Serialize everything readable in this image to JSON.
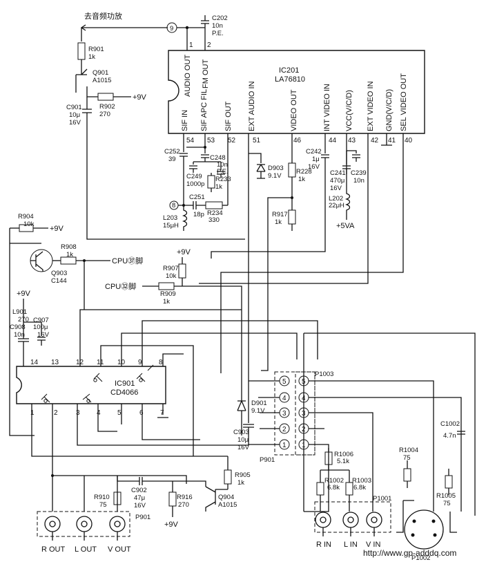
{
  "header": {
    "audio_out_to_amp": "去音频功放",
    "cpu_pin37": "CPU㊲脚",
    "cpu_pin32": "CPU㉜脚"
  },
  "connector_refs": {
    "c9": "9",
    "c8": "8"
  },
  "ic201": {
    "ref": "IC201",
    "part": "LA76810",
    "top_pins": [
      {
        "num": "1",
        "name": "AUDIO OUT"
      },
      {
        "num": "2",
        "name": "FM OUT"
      }
    ],
    "bottom_pins": [
      {
        "num": "54",
        "name": "SIF IN"
      },
      {
        "num": "53",
        "name": "SIF APC FIL"
      },
      {
        "num": "52",
        "name": "SIF OUT"
      },
      {
        "num": "51",
        "name": "EXT AUDIO IN"
      },
      {
        "num": "46",
        "name": "VIDEO OUT"
      },
      {
        "num": "44",
        "name": "INT VIDEO IN"
      },
      {
        "num": "43",
        "name": "VCC(V/C/D)"
      },
      {
        "num": "42",
        "name": "EXT VIDEO IN"
      },
      {
        "num": "41",
        "name": "GND(V/C/D)"
      },
      {
        "num": "40",
        "name": "SEL VIDEO OUT"
      }
    ]
  },
  "ic901": {
    "ref": "IC901",
    "part": "CD4066",
    "top_pins": [
      "14",
      "13",
      "12",
      "11",
      "10",
      "9",
      "8"
    ],
    "bottom_pins": [
      "1",
      "2",
      "3",
      "4",
      "5",
      "6",
      "7"
    ]
  },
  "components": {
    "C202": {
      "ref": "C202",
      "value": "10n",
      "value2": "P.E."
    },
    "R901": {
      "ref": "R901",
      "value": "1k"
    },
    "Q901": {
      "ref": "Q901",
      "value": "A1015"
    },
    "R902": {
      "ref": "R902",
      "value": "270"
    },
    "C901": {
      "ref": "C901",
      "value": "10μ",
      "value2": "16V"
    },
    "C252": {
      "ref": "C252",
      "value": "39"
    },
    "C248": {
      "ref": "C248",
      "value": "10n",
      "value2": "P.E."
    },
    "C249": {
      "ref": "C249",
      "value": "1000p"
    },
    "R233": {
      "ref": "R233",
      "value": "1k"
    },
    "C251": {
      "ref": "C251",
      "value": "18p"
    },
    "R234": {
      "ref": "R234",
      "value": "330"
    },
    "L203": {
      "ref": "L203",
      "value": "15μH"
    },
    "D903": {
      "ref": "D903",
      "value": "9.1V"
    },
    "R228": {
      "ref": "R228",
      "value": "1k"
    },
    "R917": {
      "ref": "R917",
      "value": "1k"
    },
    "C242": {
      "ref": "C242",
      "value": "1μ",
      "value2": "16V"
    },
    "C241": {
      "ref": "C241",
      "value": "470μ",
      "value2": "16V"
    },
    "C239": {
      "ref": "C239",
      "value": "10n"
    },
    "L202": {
      "ref": "L202",
      "value": "22μH"
    },
    "R904": {
      "ref": "R904",
      "value": "10k"
    },
    "R908": {
      "ref": "R908",
      "value": "1k"
    },
    "Q903": {
      "ref": "Q903",
      "value": "C144"
    },
    "R907": {
      "ref": "R907",
      "value": "10k"
    },
    "R909": {
      "ref": "R909",
      "value": "1k"
    },
    "L901": {
      "ref": "L901",
      "value": "270"
    },
    "C908": {
      "ref": "C908",
      "value": "10n"
    },
    "C907": {
      "ref": "C907",
      "value": "100μ",
      "value2": "16V"
    },
    "D901": {
      "ref": "D901",
      "value": "9.1V"
    },
    "C903": {
      "ref": "C903",
      "value": "10μ",
      "value2": "16V"
    },
    "R905": {
      "ref": "R905",
      "value": "1k"
    },
    "Q904": {
      "ref": "Q904",
      "value": "A1015"
    },
    "R910": {
      "ref": "R910",
      "value": "75"
    },
    "C902": {
      "ref": "C902",
      "value": "47μ",
      "value2": "16V"
    },
    "R916": {
      "ref": "R916",
      "value": "270"
    },
    "R1006": {
      "ref": "R1006",
      "value": "5.1k"
    },
    "R1002": {
      "ref": "R1002",
      "value": "6.8k"
    },
    "R1003": {
      "ref": "R1003",
      "value": "6.8k"
    },
    "R1004": {
      "ref": "R1004",
      "value": "75"
    },
    "R1005": {
      "ref": "R1005",
      "value": "75"
    },
    "C1002": {
      "ref": "C1002",
      "value": "4.7n"
    }
  },
  "supplies": {
    "plus9v": "+9V",
    "plus5va": "+5VA"
  },
  "connectors": {
    "P901": {
      "ref": "P901",
      "jacks": [
        "R OUT",
        "L OUT",
        "V OUT"
      ]
    },
    "P901_mid": {
      "ref": "P901"
    },
    "P1003": {
      "ref": "P1003",
      "pins": [
        "5",
        "4",
        "3",
        "2",
        "1"
      ]
    },
    "P1001": {
      "ref": "P1001",
      "jacks": [
        "R IN",
        "L IN",
        "V IN"
      ]
    },
    "P1002": {
      "ref": "P1002"
    }
  },
  "watermark": "http://www.gp-adddq.com"
}
